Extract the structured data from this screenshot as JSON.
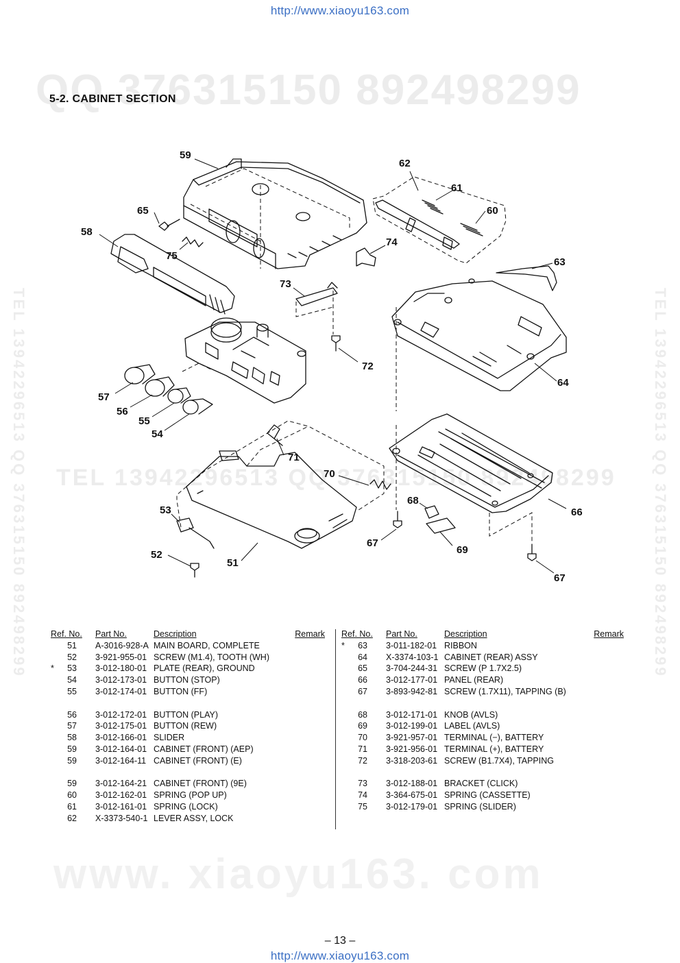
{
  "header_url": "http://www.xiaoyu163.com",
  "footer_url": "http://www.xiaoyu163.com",
  "watermarks": {
    "top": "QQ 376315150   892498299",
    "middle": "TEL 13942296513          QQ 376315150   892498299",
    "bottom": "www. xiaoyu163. com",
    "side_left": "TEL 13942296513  QQ 376315150  892498299",
    "side_right": "TEL 13942296513  QQ 376315150  892498299"
  },
  "section_title": "5-2. CABINET SECTION",
  "diagram_labels": {
    "n51": "51",
    "n52": "52",
    "n53": "53",
    "n54": "54",
    "n55": "55",
    "n56": "56",
    "n57": "57",
    "n58": "58",
    "n59": "59",
    "n60": "60",
    "n61": "61",
    "n62": "62",
    "n63": "63",
    "n64": "64",
    "n65": "65",
    "n66": "66",
    "n67a": "67",
    "n67b": "67",
    "n68": "68",
    "n69": "69",
    "n70": "70",
    "n71": "71",
    "n72": "72",
    "n73": "73",
    "n74": "74",
    "n75": "75"
  },
  "table_headers": {
    "ref": "Ref. No.",
    "part": "Part No.",
    "desc": "Description",
    "remark": "Remark"
  },
  "left_rows": [
    {
      "star": "",
      "ref": "51",
      "part": "A-3016-928-A",
      "desc": "MAIN BOARD, COMPLETE"
    },
    {
      "star": "",
      "ref": "52",
      "part": "3-921-955-01",
      "desc": "SCREW (M1.4), TOOTH (WH)"
    },
    {
      "star": "*",
      "ref": "53",
      "part": "3-012-180-01",
      "desc": "PLATE (REAR), GROUND"
    },
    {
      "star": "",
      "ref": "54",
      "part": "3-012-173-01",
      "desc": "BUTTON (STOP)"
    },
    {
      "star": "",
      "ref": "55",
      "part": "3-012-174-01",
      "desc": "BUTTON (FF)"
    },
    {
      "star": "",
      "ref": "56",
      "part": "3-012-172-01",
      "desc": "BUTTON (PLAY)"
    },
    {
      "star": "",
      "ref": "57",
      "part": "3-012-175-01",
      "desc": "BUTTON (REW)"
    },
    {
      "star": "",
      "ref": "58",
      "part": "3-012-166-01",
      "desc": "SLIDER"
    },
    {
      "star": "",
      "ref": "59",
      "part": "3-012-164-01",
      "desc": "CABINET (FRONT) (AEP)"
    },
    {
      "star": "",
      "ref": "59",
      "part": "3-012-164-11",
      "desc": "CABINET (FRONT) (E)"
    },
    {
      "star": "",
      "ref": "59",
      "part": "3-012-164-21",
      "desc": "CABINET (FRONT) (9E)"
    },
    {
      "star": "",
      "ref": "60",
      "part": "3-012-162-01",
      "desc": "SPRING (POP UP)"
    },
    {
      "star": "",
      "ref": "61",
      "part": "3-012-161-01",
      "desc": "SPRING (LOCK)"
    },
    {
      "star": "",
      "ref": "62",
      "part": "X-3373-540-1",
      "desc": "LEVER ASSY, LOCK"
    }
  ],
  "right_rows": [
    {
      "star": "*",
      "ref": "63",
      "part": "3-011-182-01",
      "desc": "RIBBON"
    },
    {
      "star": "",
      "ref": "64",
      "part": "X-3374-103-1",
      "desc": "CABINET (REAR) ASSY"
    },
    {
      "star": "",
      "ref": "65",
      "part": "3-704-244-31",
      "desc": "SCREW (P 1.7X2.5)"
    },
    {
      "star": "",
      "ref": "66",
      "part": "3-012-177-01",
      "desc": "PANEL (REAR)"
    },
    {
      "star": "",
      "ref": "67",
      "part": "3-893-942-81",
      "desc": "SCREW (1.7X11), TAPPING (B)"
    },
    {
      "star": "",
      "ref": "68",
      "part": "3-012-171-01",
      "desc": "KNOB (AVLS)"
    },
    {
      "star": "",
      "ref": "69",
      "part": "3-012-199-01",
      "desc": "LABEL (AVLS)"
    },
    {
      "star": "",
      "ref": "70",
      "part": "3-921-957-01",
      "desc": "TERMINAL (−), BATTERY"
    },
    {
      "star": "",
      "ref": "71",
      "part": "3-921-956-01",
      "desc": "TERMINAL (+), BATTERY"
    },
    {
      "star": "",
      "ref": "72",
      "part": "3-318-203-61",
      "desc": "SCREW (B1.7X4), TAPPING"
    },
    {
      "star": "",
      "ref": "73",
      "part": "3-012-188-01",
      "desc": "BRACKET (CLICK)"
    },
    {
      "star": "",
      "ref": "74",
      "part": "3-364-675-01",
      "desc": "SPRING (CASSETTE)"
    },
    {
      "star": "",
      "ref": "75",
      "part": "3-012-179-01",
      "desc": "SPRING (SLIDER)"
    }
  ],
  "page_number": "– 13 –"
}
